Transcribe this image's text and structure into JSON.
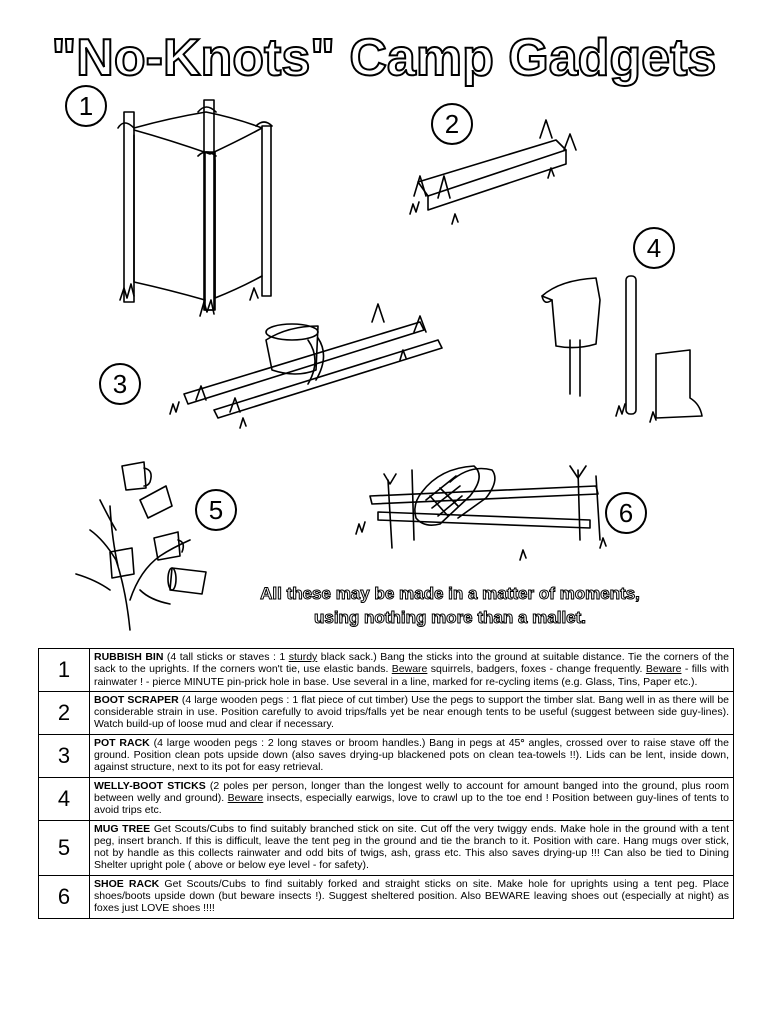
{
  "title": "\"No-Knots\" Camp Gadgets",
  "tagline": [
    "All these may be made in a matter of moments,",
    "using nothing more than a mallet."
  ],
  "illustration_labels": [
    "1",
    "2",
    "3",
    "4",
    "5",
    "6"
  ],
  "rows": [
    {
      "num": "1",
      "name": "RUBBISH BIN",
      "t1": " (4 tall sticks or staves : 1 ",
      "u1": "sturdy",
      "t2": " black sack.) Bang the sticks into the ground at suitable distance. Tie the corners of the sack to the uprights. If the corners won't tie, use elastic bands. ",
      "u2": "Beware",
      "t3": " squirrels, badgers, foxes - change frequently. ",
      "u3": "Beware",
      "t4": " - fills with rainwater ! - pierce MINUTE pin-prick hole in base. Use several in a line, marked for re-cycling items (e.g. Glass, Tins, Paper etc.)."
    },
    {
      "num": "2",
      "name": "BOOT SCRAPER",
      "text": " (4 large wooden pegs : 1 flat piece of cut timber) Use the pegs to support the timber slat. Bang well in as there will be considerable strain in use. Position carefully to avoid trips/falls yet be near enough tents to be useful (suggest between side guy-lines). Watch build-up of loose mud and clear if necessary."
    },
    {
      "num": "3",
      "name": "POT RACK",
      "t1": " (4 large wooden pegs : 2 long staves or broom handles.) Bang in pegs at 45",
      "deg": "°",
      "t2": " angles, crossed over to raise stave off the ground. Position clean pots upside down (also saves drying-up blackened pots on clean tea-towels !!). Lids can be lent, inside down, against structure, next to its pot for easy retrieval."
    },
    {
      "num": "4",
      "name": "WELLY-BOOT STICKS",
      "t1": " (2 poles per person, longer than the longest welly to account for amount banged into the ground, plus room between welly and ground). ",
      "u1": "Beware",
      "t2": " insects, especially earwigs, love to crawl up to the toe end ! Position between guy-lines of tents to avoid trips etc."
    },
    {
      "num": "5",
      "name": "MUG TREE",
      "text": " Get Scouts/Cubs to find suitably branched stick on site. Cut off the very twiggy ends. Make hole in the ground with a tent peg, insert branch. If this is difficult, leave the tent peg in the ground and tie the branch to it. Position with care. Hang mugs over stick, not by handle as this collects rainwater and odd bits of twigs, ash, grass etc. This also saves drying-up !!! Can also be tied to Dining Shelter upright pole ( above or below eye level - for safety)."
    },
    {
      "num": "6",
      "name": "SHOE RACK",
      "text": " Get Scouts/Cubs to find suitably forked and straight sticks on site. Make hole for uprights using a tent peg. Place shoes/boots upside down (but beware insects !). Suggest sheltered position. Also BEWARE leaving shoes out (especially at night) as foxes just LOVE shoes !!!!"
    }
  ]
}
